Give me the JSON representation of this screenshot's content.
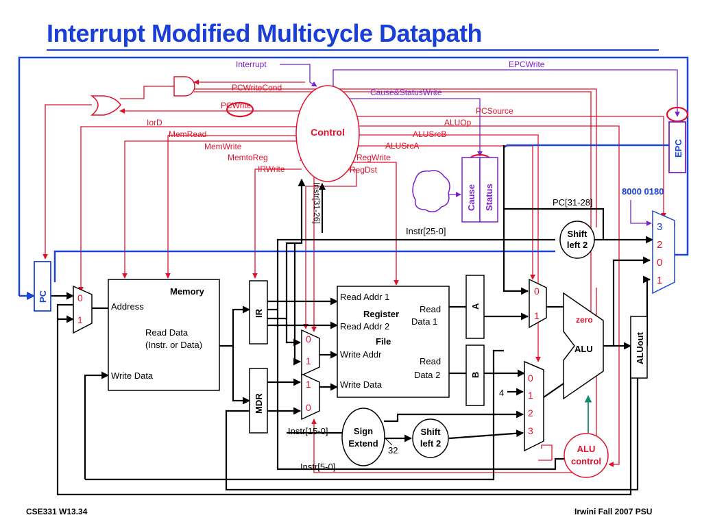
{
  "slide": {
    "title": "Interrupt Modified Multicycle Datapath",
    "footer_left": "CSE331  W13.34",
    "footer_right": "Irwini Fall 2007 PSU"
  },
  "colors": {
    "title": "#1a3fd6",
    "control_signal": "#e0102a",
    "interrupt_signal": "#7a1fd0",
    "epc_path": "#1a44d8",
    "datapath": "#000000",
    "alu_control_link": "#138a6a"
  },
  "control_unit": {
    "label": "Control",
    "signals_left": [
      "PCWriteCond",
      "PCWrite",
      "IorD",
      "MemRead",
      "MemWrite",
      "MemtoReg",
      "IRWrite"
    ],
    "signals_right": [
      "PCSource",
      "ALUOp",
      "ALUSrcB",
      "ALUSrcA",
      "RegWrite",
      "RegDst"
    ],
    "interrupt_signals": [
      "Interrupt",
      "EPCWrite",
      "Cause&StatusWrite"
    ],
    "opcode_input": "Instr[31-26]"
  },
  "components": {
    "pc": "PC",
    "memory": {
      "title": "Memory",
      "address": "Address",
      "read_data_1": "Read Data",
      "read_data_2": "(Instr. or Data)",
      "write_data": "Write Data"
    },
    "ir": "IR",
    "mdr": "MDR",
    "register_file": {
      "title_1": "Register",
      "title_2": "File",
      "read_addr_1": "Read Addr 1",
      "read_addr_2": "Read Addr 2",
      "write_addr": "Write Addr",
      "write_data": "Write Data",
      "read_data_1a": "Read",
      "read_data_1b": "Data 1",
      "read_data_2a": "Read",
      "read_data_2b": "Data 2"
    },
    "reg_a": "A",
    "reg_b": "B",
    "alu": "ALU",
    "alu_zero": "zero",
    "alu_out": "ALUout",
    "alu_control_1": "ALU",
    "alu_control_2": "control",
    "sign_extend_1": "Sign",
    "sign_extend_2": "Extend",
    "shift_left_1": "Shift",
    "shift_left_2": "left 2",
    "epc": "EPC",
    "cause": "Cause",
    "status": "Status",
    "exception_address": "8000 0180"
  },
  "mux_inputs": {
    "pc_mux": [
      "0",
      "1"
    ],
    "regdst_mux": [
      "0",
      "1"
    ],
    "memtoreg_mux": [
      "1",
      "0"
    ],
    "alusrca_mux": [
      "0",
      "1"
    ],
    "alusrcb_mux": [
      "0",
      "1",
      "2",
      "3"
    ],
    "pcsource_mux": [
      "3",
      "2",
      "0",
      "1"
    ]
  },
  "wire_labels": {
    "instr_25_0": "Instr[25-0]",
    "pc_31_28": "PC[31-28]",
    "instr_15_0": "Instr[15-0]",
    "instr_5_0": "Instr[5-0]",
    "const_4": "4",
    "width_32": "32"
  }
}
